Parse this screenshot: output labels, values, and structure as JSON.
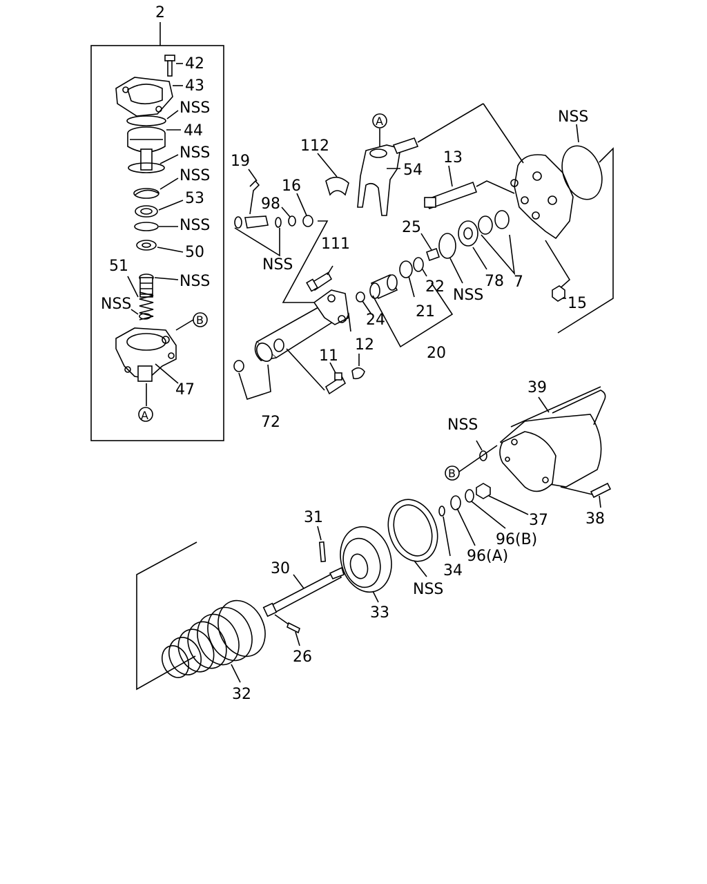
{
  "diagram": {
    "assembly_label": "2",
    "callouts": {
      "c42": "42",
      "c43": "43",
      "c44": "44",
      "c53": "53",
      "c50": "50",
      "c51": "51",
      "c47": "47",
      "c19": "19",
      "c98": "98",
      "c16": "16",
      "c112": "112",
      "c54": "54",
      "c13": "13",
      "c111": "111",
      "c25": "25",
      "c22": "22",
      "c21": "21",
      "c24": "24",
      "c20": "20",
      "c78": "78",
      "c7": "7",
      "c15": "15",
      "c11": "11",
      "c12": "12",
      "c72": "72",
      "c39": "39",
      "c38": "38",
      "c37": "37",
      "c96b": "96(B)",
      "c96a": "96(A)",
      "c34": "34",
      "c33": "33",
      "c31": "31",
      "c30": "30",
      "c26": "26",
      "c32": "32"
    },
    "nss_label": "NSS",
    "ref_a": "A",
    "ref_b": "B"
  }
}
